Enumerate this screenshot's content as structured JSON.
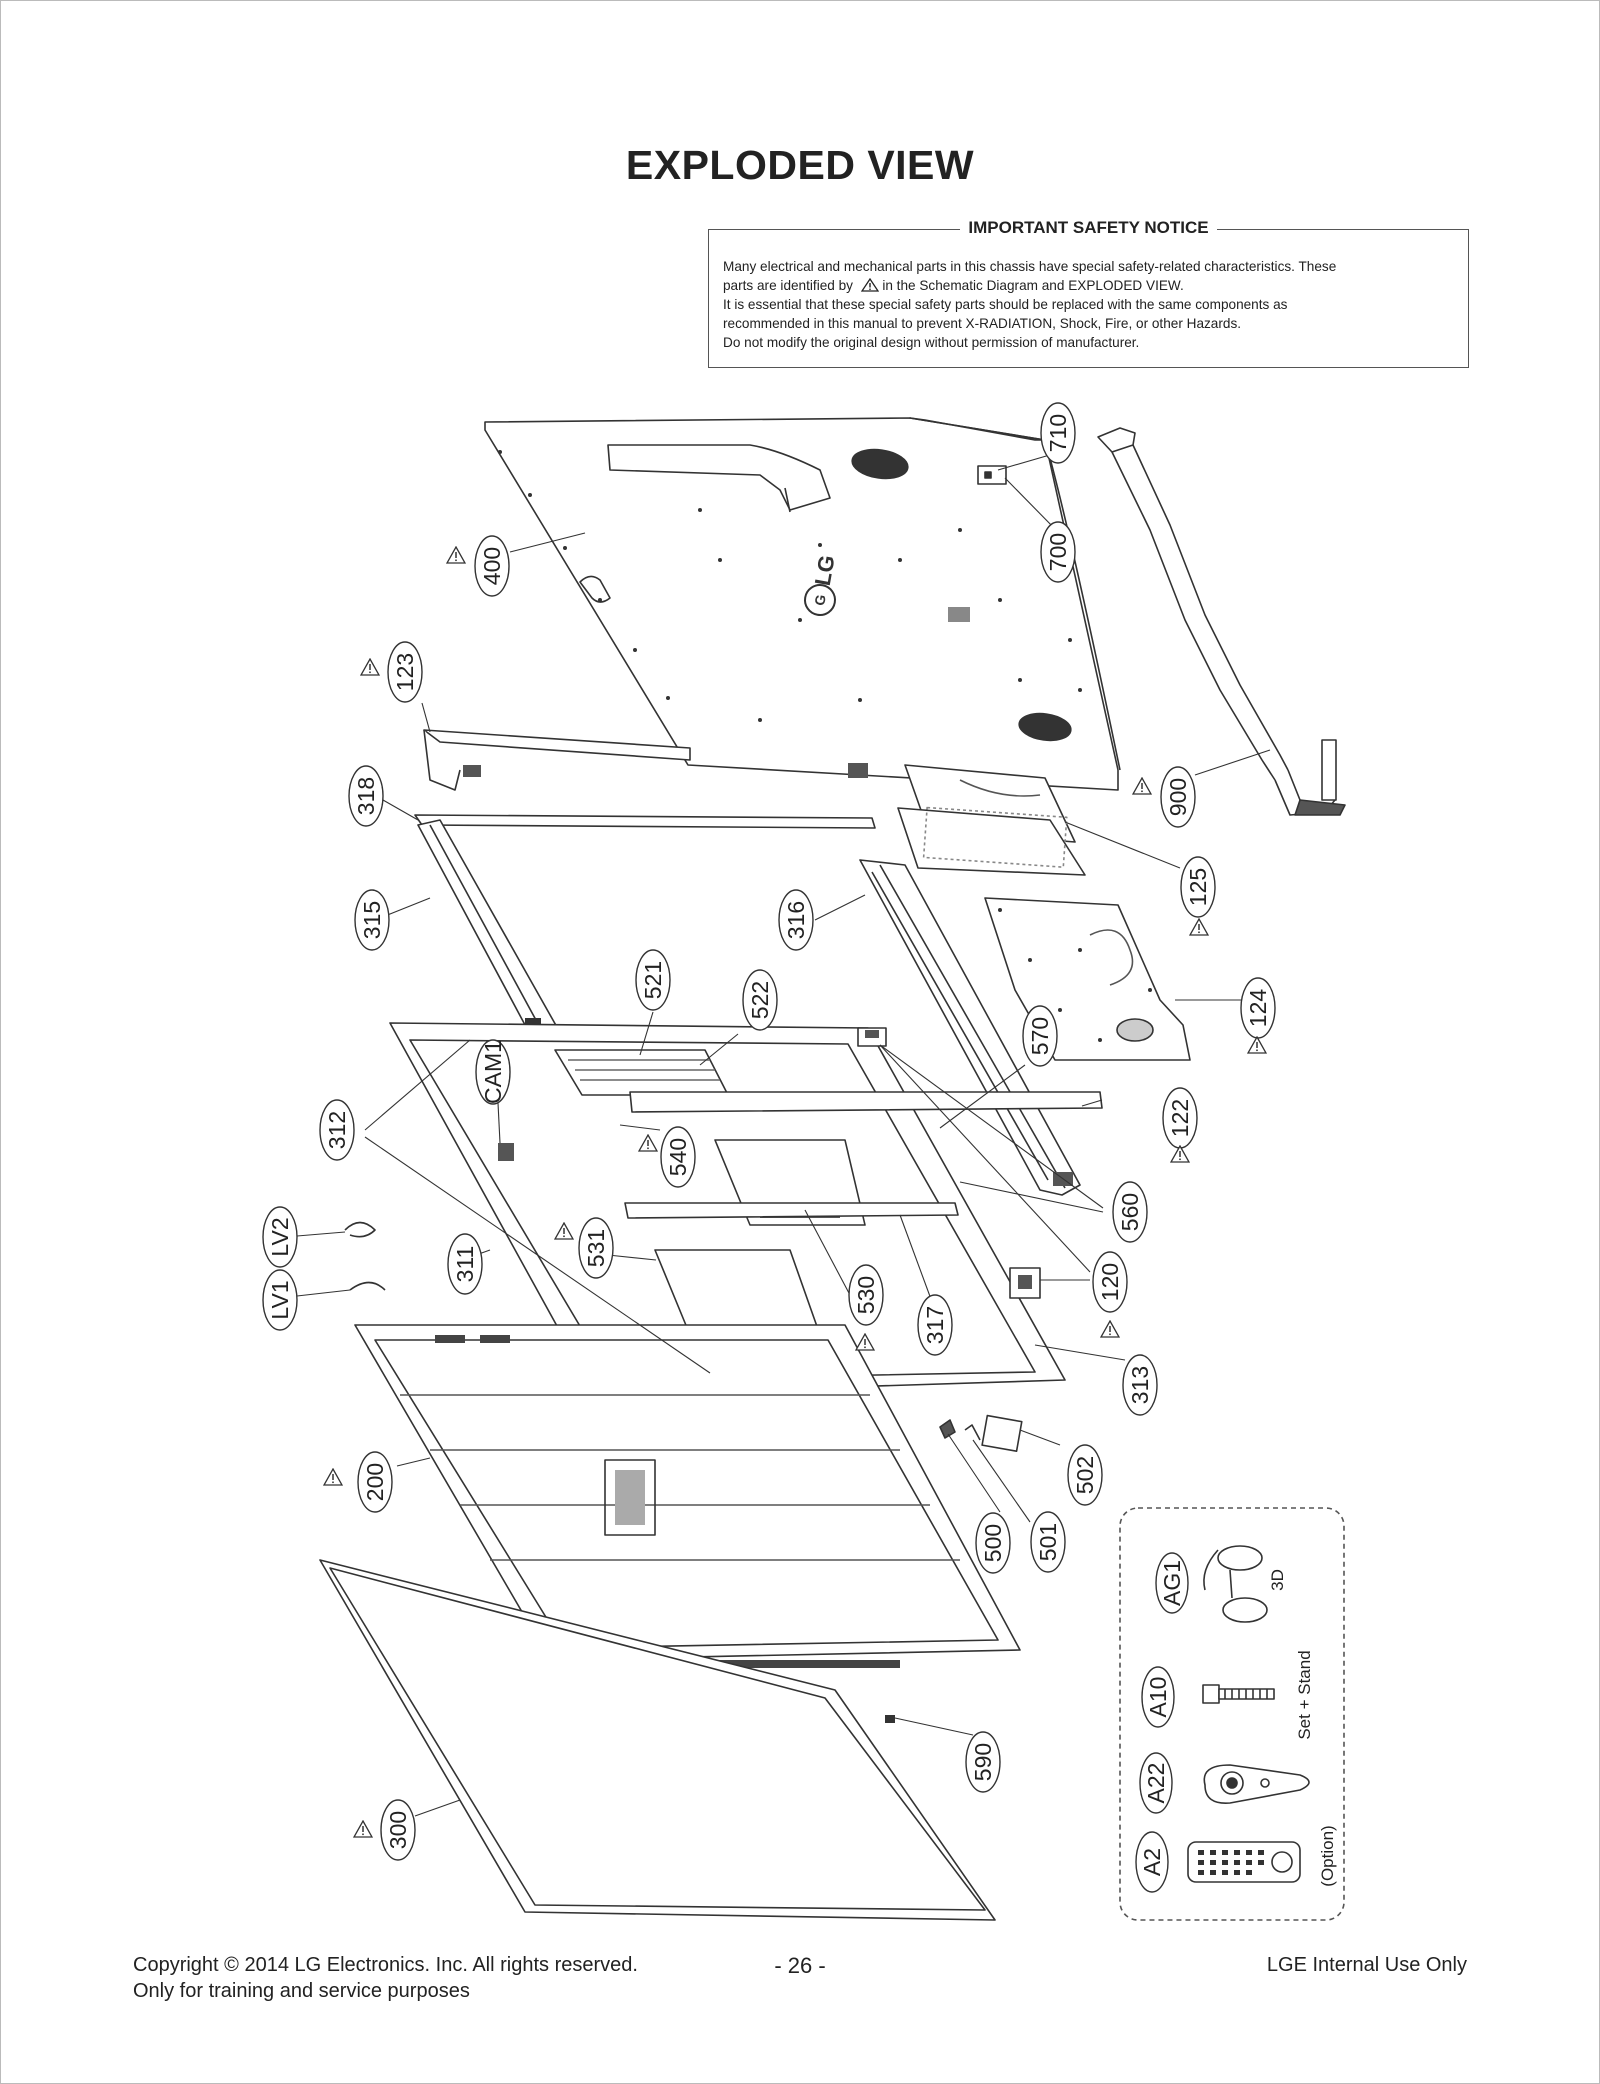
{
  "page": {
    "title": "EXPLODED VIEW",
    "page_number": "- 26 -"
  },
  "notice": {
    "title": "IMPORTANT SAFETY NOTICE",
    "line1": "Many electrical and mechanical parts in this chassis have special safety-related characteristics. These",
    "line2_pre": "parts are identified by",
    "line2_post": "in the Schematic Diagram and EXPLODED VIEW.",
    "line3": "It is essential that these special safety parts should be replaced with the same components as",
    "line4": "recommended in this manual to prevent X-RADIATION, Shock, Fire, or other Hazards.",
    "line5": "Do not modify the original design without permission of manufacturer."
  },
  "footer": {
    "copyright": "Copyright  © 2014 LG Electronics. Inc. All rights reserved.",
    "purpose": "Only for training and service purposes",
    "internal": "LGE Internal Use Only"
  },
  "part_labels": [
    {
      "id": "710",
      "warn": false
    },
    {
      "id": "700",
      "warn": false
    },
    {
      "id": "400",
      "warn": true
    },
    {
      "id": "123",
      "warn": true
    },
    {
      "id": "318",
      "warn": false
    },
    {
      "id": "900",
      "warn": true
    },
    {
      "id": "125",
      "warn": true
    },
    {
      "id": "315",
      "warn": false
    },
    {
      "id": "316",
      "warn": false
    },
    {
      "id": "521",
      "warn": false
    },
    {
      "id": "522",
      "warn": false
    },
    {
      "id": "124",
      "warn": true
    },
    {
      "id": "570",
      "warn": false
    },
    {
      "id": "CAM1",
      "warn": false
    },
    {
      "id": "312",
      "warn": false
    },
    {
      "id": "540",
      "warn": true
    },
    {
      "id": "122",
      "warn": true
    },
    {
      "id": "560",
      "warn": false
    },
    {
      "id": "LV2",
      "warn": false
    },
    {
      "id": "531",
      "warn": true
    },
    {
      "id": "311",
      "warn": false
    },
    {
      "id": "120",
      "warn": true
    },
    {
      "id": "LV1",
      "warn": false
    },
    {
      "id": "530",
      "warn": true
    },
    {
      "id": "317",
      "warn": false
    },
    {
      "id": "313",
      "warn": false
    },
    {
      "id": "200",
      "warn": true
    },
    {
      "id": "502",
      "warn": false
    },
    {
      "id": "500",
      "warn": false
    },
    {
      "id": "501",
      "warn": false
    },
    {
      "id": "590",
      "warn": false
    },
    {
      "id": "300",
      "warn": true
    }
  ],
  "accessories": [
    {
      "id": "AG1",
      "note": "3D"
    },
    {
      "id": "A10",
      "note": "Set + Stand"
    },
    {
      "id": "A22",
      "note": ""
    },
    {
      "id": "A2",
      "note": "(Option)"
    }
  ],
  "logo_text": "LG"
}
